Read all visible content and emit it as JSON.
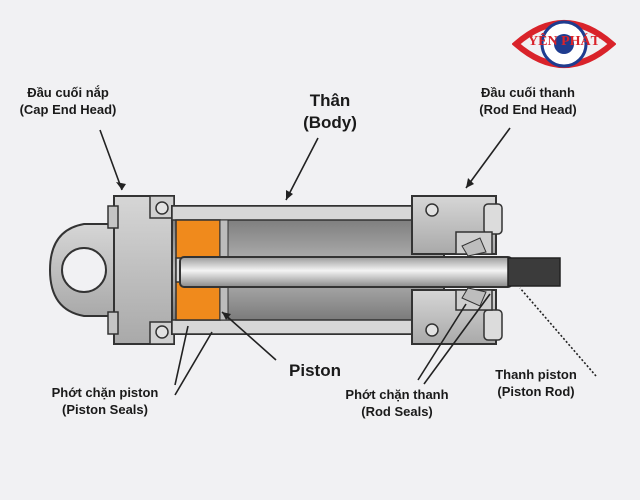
{
  "logo": {
    "text": "YÊN PHÁT"
  },
  "labels": {
    "cap_end_head": {
      "vi": "Đầu cuối nắp",
      "en": "(Cap End Head)"
    },
    "body": {
      "vi": "Thân",
      "en": "(Body)"
    },
    "rod_end_head": {
      "vi": "Đầu cuối thanh",
      "en": "(Rod End Head)"
    },
    "piston": {
      "en": "Piston"
    },
    "piston_seals": {
      "vi": "Phớt chặn piston",
      "en": "(Piston Seals)"
    },
    "rod_seals": {
      "vi": "Phớt chặn thanh",
      "en": "(Rod Seals)"
    },
    "piston_rod": {
      "vi": "Thanh piston",
      "en": "(Piston Rod)"
    }
  },
  "colors": {
    "logo_red": "#d9232a",
    "logo_blue": "#1f3c8f",
    "seal_orange": "#f08a1c",
    "body_gray": "#8c8c8c"
  }
}
